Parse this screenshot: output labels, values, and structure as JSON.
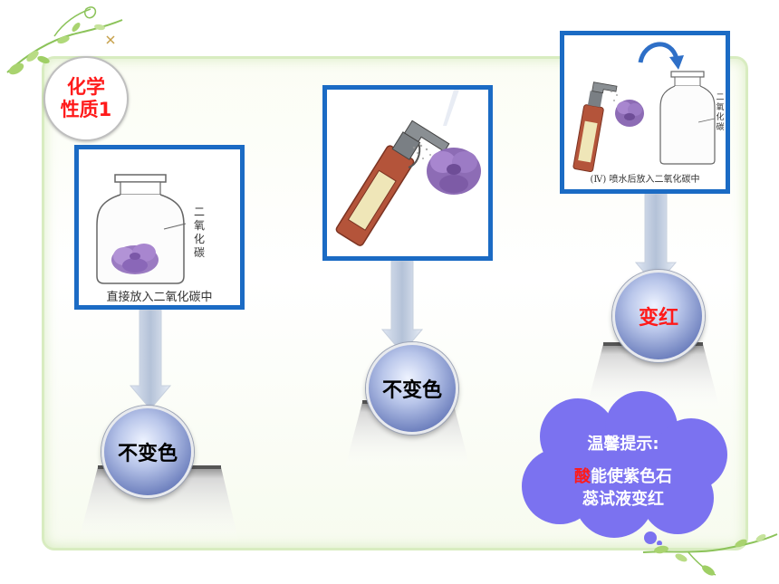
{
  "badge": {
    "line1": "化学",
    "line2": "性质1"
  },
  "panels": [
    {
      "caption": "直接放入二氧化碳中",
      "jar_label": [
        "二",
        "氧",
        "化",
        "碳"
      ]
    },
    {
      "caption": ""
    },
    {
      "caption": "(Ⅳ) 喷水后放入二氧化碳中",
      "jar_label": [
        "二",
        "氧",
        "化",
        "碳"
      ]
    }
  ],
  "results": [
    {
      "text": "不变色"
    },
    {
      "text": "不变色"
    },
    {
      "text": "变红"
    }
  ],
  "tip": {
    "title": "温馨提示:",
    "acid_word": "酸",
    "line1_rest": "能使紫色石",
    "line2": "蕊试液变红"
  },
  "colors": {
    "panel_border": "#1b6bc4",
    "highlight_red": "#ff1a1a",
    "cloud": "#7b72f0",
    "ball": "#6477b8"
  },
  "icons": [
    "vine-decoration",
    "glass-jar",
    "purple-flower",
    "spray-bottle",
    "curved-arrow",
    "down-arrow",
    "pedestal",
    "crystal-ball",
    "thought-cloud"
  ]
}
